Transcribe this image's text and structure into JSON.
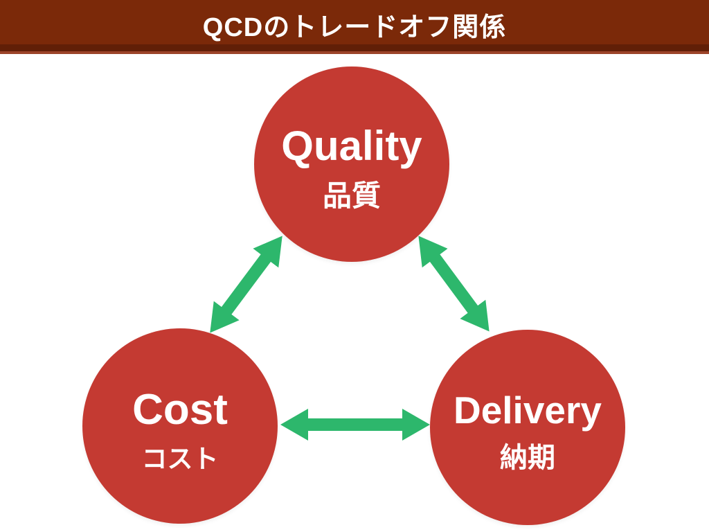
{
  "title": "QCDのトレードオフ関係",
  "nodes": {
    "quality": {
      "en": "Quality",
      "ja": "品質"
    },
    "cost": {
      "en": "Cost",
      "ja": "コスト"
    },
    "delivery": {
      "en": "Delivery",
      "ja": "納期"
    }
  },
  "relations": [
    {
      "from": "quality",
      "to": "cost",
      "style": "double-headed-arrow"
    },
    {
      "from": "quality",
      "to": "delivery",
      "style": "double-headed-arrow"
    },
    {
      "from": "cost",
      "to": "delivery",
      "style": "double-headed-arrow"
    }
  ],
  "colors": {
    "header_bg": "#7b2909",
    "header_band": "#611f07",
    "header_line": "#9c442a",
    "circle_fill": "#c43a32",
    "arrow_green": "#2db76c",
    "title_text": "#ffffff",
    "label_text": "#ffffff"
  }
}
